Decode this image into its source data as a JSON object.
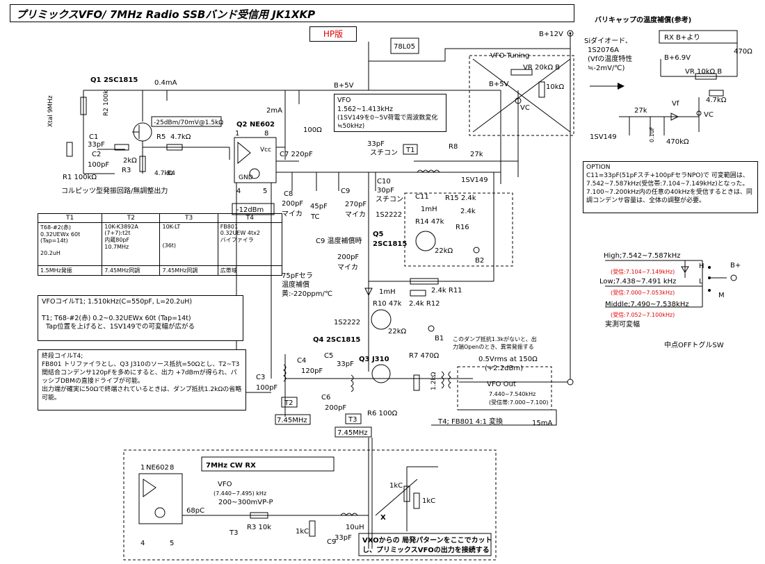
{
  "title": "プリミックスVFO/ 7MHz Radio SSBバンド受信用 JK1XKP",
  "hp_badge": "HP版",
  "header_right": "バリキャップの温度補償(参考)",
  "labels": {
    "b12": "B+12V",
    "b5": "B+5V",
    "reg": "78L05",
    "i04": "0.4mA",
    "i2": "2mA",
    "q1": "Q1 2SC1815",
    "xtal": "Xtal 9MHz",
    "r2": "R2 100k",
    "r1": "R1 100kΩ",
    "c1": "C1",
    "c1v": "33pF",
    "c2": "C2",
    "c2v": "100pF",
    "r3": "R3",
    "r3v": "2kΩ",
    "r5": "R5",
    "r5v": "4.7kΩ",
    "r4": "4.7kΩ",
    "r4n": "R4",
    "lvl": "-25dBm/70mV@1.5kΩ",
    "colpitts": "コルピッツ型発振回路/無調整出力",
    "q2": "Q2 NE602",
    "r100": "100Ω",
    "c7": "C7 220pF",
    "c8": "C8",
    "c8v": "200pF",
    "c8m": "マイカ",
    "tc": "45pF",
    "tcn": "TC",
    "c9": "C9",
    "c9v": "270pF",
    "c9m": "マイカ",
    "c10": "C10",
    "c10v": "30pF",
    "c10m": "スチコン",
    "c11": "C11",
    "c33": "33pF",
    "c33m": "スチコン",
    "t1": "T1",
    "r8": "R8",
    "r27k": "27k",
    "sv149": "1SV149",
    "vfot": "VFO Tuning",
    "vr20": "VR 20kΩ B",
    "r10k": "10kΩ",
    "vc": "VC",
    "b5b": "B+5V",
    "mh1": "1mH",
    "r15": "R15 2.4k",
    "r24": "2.4k",
    "r14": "R14 47k",
    "r16": "R16",
    "d2222a": "1S2222",
    "q5": "Q5",
    "q5t": "2SC1815",
    "r22a": "22kΩ",
    "b2": "B2",
    "c9tc": "C9 温度補償時",
    "c200": "200pF",
    "c200m": "マイカ",
    "c75": "75pFセラ",
    "c75a": "温度補償",
    "c75b": "黄:-220ppm/℃",
    "mh2": "1mH",
    "r11": "2.4k R11",
    "r12": "2.4k R12",
    "r10": "R10 47k",
    "d2222b": "1S2222",
    "q4": "Q4 2SC1815",
    "r22b": "22kΩ",
    "b1": "B1",
    "mdbm": "-12dBm",
    "p1": "1",
    "p8": "8",
    "p4": "4",
    "p5": "5",
    "vcc": "Vcc",
    "gnd": "GND",
    "sv149b": "1SV149",
    "sdiode": "Siダイオード、",
    "s2076": "1S2076A",
    "vfnote": "(Vfの温度特性",
    "vfnote2": "≒-2mV/℃)",
    "rxb": "RX B+より",
    "b69": "B+6.9V",
    "r470": "470Ω",
    "vr10": "VR 10kΩ B",
    "r47k": "4.7kΩ",
    "vf": "Vf",
    "vcr": "VC",
    "r27kr": "27k",
    "c01": "0.1uF",
    "r470k": "470kΩ",
    "c3": "C3",
    "c3v": "100pF",
    "c4": "C4",
    "c4v": "120pF",
    "c5": "C5",
    "c5v": "33pF",
    "c6": "C6",
    "c6v": "200pF",
    "q3": "Q3 J310",
    "r7": "R7 470Ω",
    "r6": "R6 100Ω",
    "r12k": "1.2kΩ",
    "t2": "T2",
    "t3": "T3",
    "f745a": "7.45MHz",
    "f745b": "7.45MHz",
    "damp": "このダンプ抵抗1.3kがないと、出力端Openのとき、異常発振する",
    "vrms": "0.5Vrms at 150Ω",
    "dbm": "(+2.2dBm)",
    "vfoout": "VFO Out",
    "vfoout2": "7.440~7.540kHz",
    "vfoout3": "(受信帯:7.000~7.100)",
    "t4": "T4; FB801  4:1 変換",
    "i15": "15mA",
    "high": "High;7.542~7.587kHz",
    "highrx": "(受信:7.104~7.149kHz)",
    "low": "Low;7.438~7.491 kHz",
    "lowrx": "(受信:7.000~7.053kHz)",
    "mid": "Middle;7.490~7.538kHz",
    "midrx": "(受信:7.052~7.100kHz)",
    "meas": "実測可変幅",
    "toggle": "中点OFFトグルSW",
    "sw_h": "H",
    "sw_l": "L",
    "sw_m": "M",
    "bplus": "B+",
    "cw": "7MHz CW RX",
    "ne602": "NE602",
    "vfo": "VFO",
    "vfo2": "(7.440~7.495) kHz",
    "vfo3": "200~300mVP-P",
    "c68": "68pC",
    "r3cw": "R3  10k",
    "l10": "10uH",
    "c1k": "1kC",
    "c9cw": "C9",
    "c33cw": "33pF",
    "t3cw": "T3",
    "k1a": "1kC",
    "k1b": "1kC",
    "cut": "VXOからの  局発パターンをここでカット",
    "cut2": "し、プリミックスVFOの出力を接続する"
  },
  "vfo_box": {
    "title": "VFO",
    "line1": "1.562~1.413kHz",
    "line2": "(1SV149を0~5V荷電で周波数変化≒50kHz)"
  },
  "option": {
    "title": "OPTION",
    "text": "C11=33pF(51pFスチ+100pFセラNPO)で 可変範囲は、7.542~7.587kHz(受信帯:7.104~7.149kHz)となった。7.100~7.200kHz内の任意の40kHzを受信するときは、同調コンデンサ容量は、全体の調整が必要。"
  },
  "table": {
    "headers": [
      "T1",
      "T2",
      "T3",
      "T4"
    ],
    "spec": [
      "T68-#2(赤)\n0.32UEWx 60t\n(Tap=14t)\n\n20.2uH",
      "10K-K3892A\n(7+7):t2t\n内蔵80pF\n10.7MHz",
      "10K-LT\n\n\n(36t)",
      "FB801\n0.32UEW 4tx2\nバイファイラ"
    ],
    "use": [
      "1.5MHz発振",
      "7.45MHz同調",
      "7.45MHz同調",
      "広帯域"
    ]
  },
  "notes": {
    "coil": "VFOコイルT1; 1.510kHz(C=550pF, L=20.2uH)\n\nT1; T68-#2(赤) 0.2~0.32UEWx 60t (Tap=14t)\n  Tap位置を上げると、1SV149での可変幅が広がる",
    "final": "終段コイルT4;\nFB801 トリファイラとし、Q3 J310のソース抵抗=50Ωとし、T2~T3間結合コンデンサ120pFを多めにすると、出力 +7dBmが得られ、パッシブDBMの直接ドライブが可能。\n出力端が確実に50Ωで終端されているときは、ダンプ抵抗1.2kΩの省略可能。"
  },
  "colors": {
    "accent_red": "#e00000",
    "line": "#000000",
    "background": "#ffffff"
  }
}
